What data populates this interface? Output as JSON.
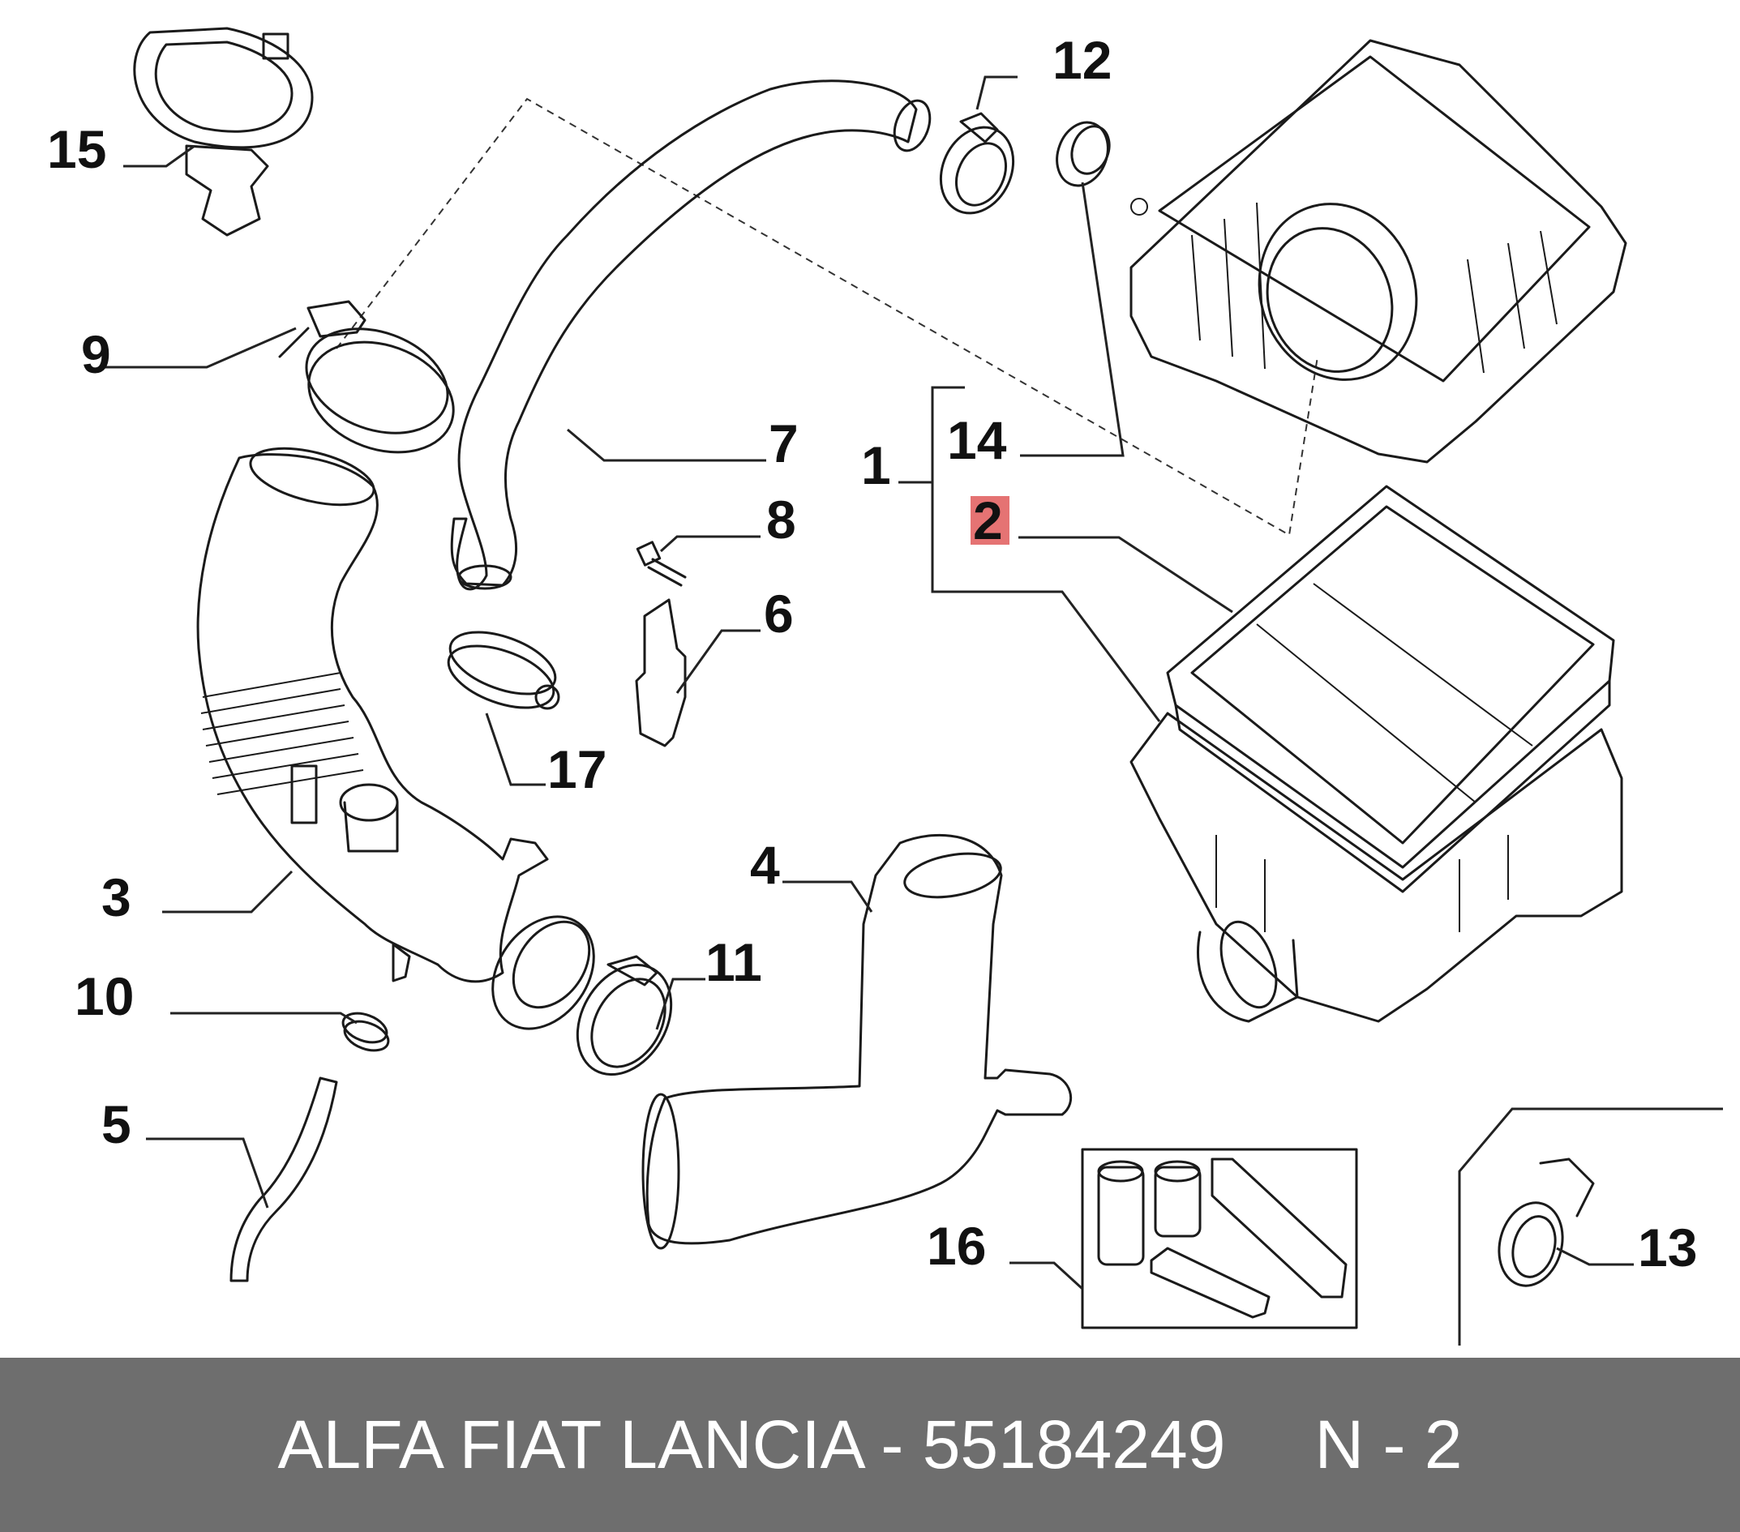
{
  "diagram": {
    "callouts": {
      "c1": "1",
      "c2": "2",
      "c3": "3",
      "c4": "4",
      "c5": "5",
      "c6": "6",
      "c7": "7",
      "c8": "8",
      "c9": "9",
      "c10": "10",
      "c11": "11",
      "c12": "12",
      "c13": "13",
      "c14": "14",
      "c15": "15",
      "c16": "16",
      "c17": "17"
    },
    "highlight_color": "#e57373"
  },
  "footer": {
    "title": "ALFA FIAT LANCIA - 55184249",
    "code": "N - 2"
  }
}
